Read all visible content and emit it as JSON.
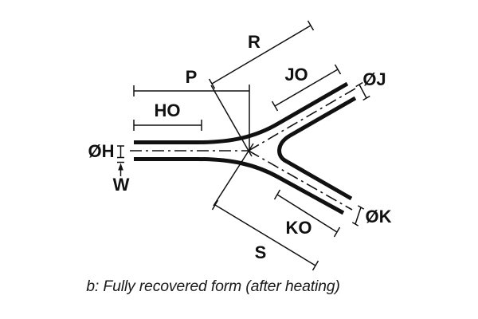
{
  "diagram": {
    "caption": "b: Fully recovered form (after heating)",
    "labels": {
      "r": "R",
      "p": "P",
      "jo": "JO",
      "oj": "ØJ",
      "ho": "HO",
      "oh": "ØH",
      "w": "W",
      "ko": "KO",
      "ok": "ØK",
      "s": "S"
    },
    "colors": {
      "line": "#111111",
      "background": "#ffffff"
    }
  }
}
